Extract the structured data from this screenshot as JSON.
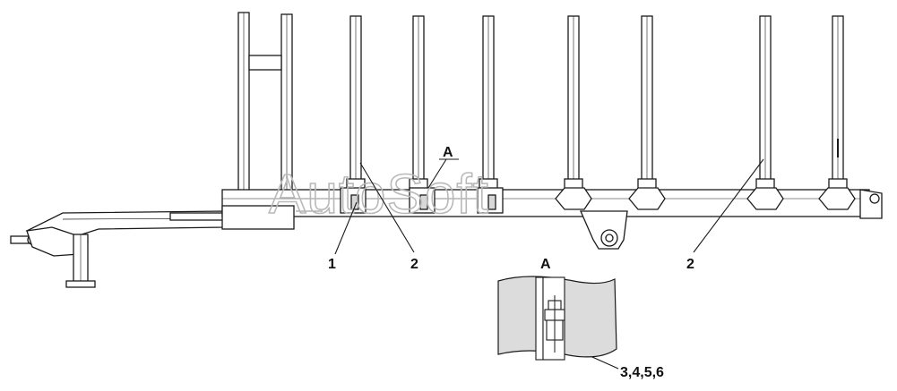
{
  "watermark": "AutoSoft",
  "callouts": {
    "view_marker": "A",
    "item_1": "1",
    "item_2_left": "2",
    "item_2_right": "2",
    "detail_title": "A",
    "detail_items": "3,4,5,6"
  },
  "colors": {
    "line": "#1a1a1a",
    "fill": "#ffffff",
    "detail_shade": "#dcdcdc",
    "watermark": "#b9b9b9"
  }
}
